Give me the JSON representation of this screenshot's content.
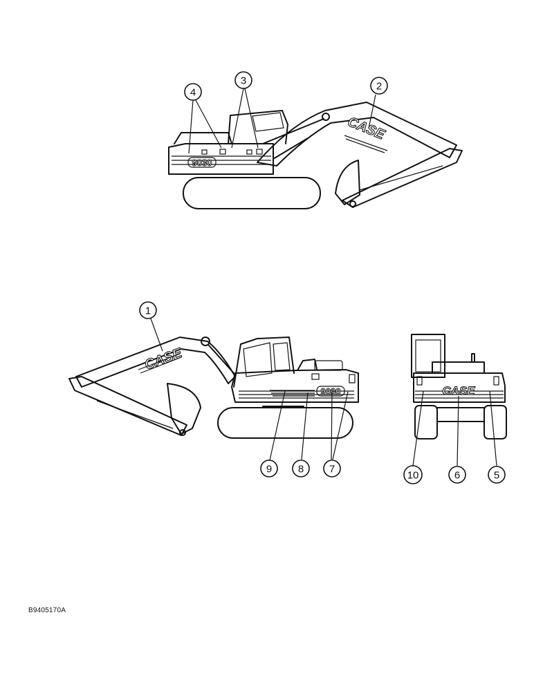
{
  "callouts": {
    "c1": "1",
    "c2": "2",
    "c3": "3",
    "c4": "4",
    "c5": "5",
    "c6": "6",
    "c7": "7",
    "c8": "8",
    "c9": "9",
    "c10": "10"
  },
  "decals": {
    "brand": "CASE",
    "model": "9030"
  },
  "figure_code": "B9405170A"
}
